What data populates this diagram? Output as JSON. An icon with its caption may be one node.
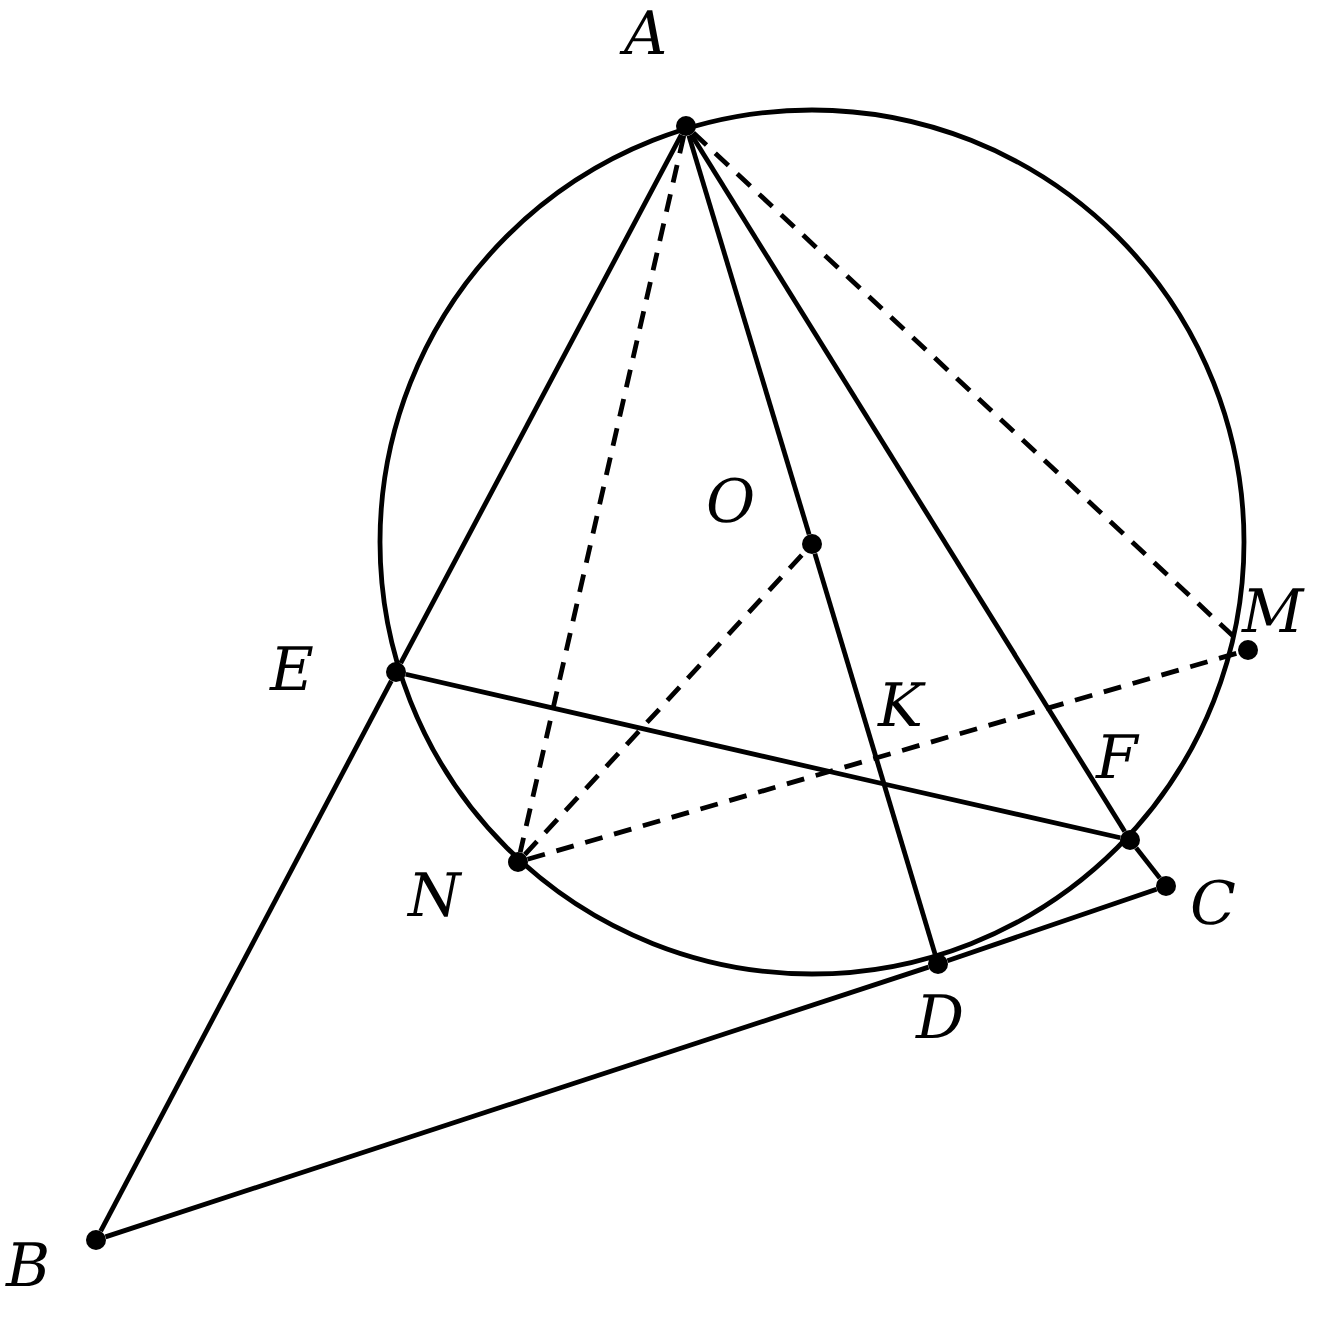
{
  "diagram": {
    "nodes": [
      {
        "text": [
          "A"
        ]
      },
      {
        "text": [
          "B"
        ]
      },
      {
        "text": [
          "C"
        ]
      },
      {
        "text": [
          "D"
        ]
      },
      {
        "text": [
          "E"
        ]
      },
      {
        "text": [
          "F"
        ]
      },
      {
        "text": [
          "K"
        ]
      },
      {
        "text": [
          "M"
        ]
      },
      {
        "text": [
          "N"
        ]
      },
      {
        "text": [
          "O"
        ]
      }
    ],
    "edges": [
      {
        "from": 0,
        "to": 4,
        "arrow": "none"
      },
      {
        "from": 4,
        "to": 1,
        "arrow": "none"
      },
      {
        "from": 0,
        "to": 5,
        "arrow": "none"
      },
      {
        "from": 5,
        "to": 2,
        "arrow": "none"
      },
      {
        "from": 1,
        "to": 3,
        "arrow": "none"
      },
      {
        "from": 3,
        "to": 2,
        "arrow": "none"
      },
      {
        "from": 0,
        "to": 9,
        "arrow": "none"
      },
      {
        "from": 9,
        "to": 6,
        "arrow": "none"
      },
      {
        "from": 6,
        "to": 3,
        "arrow": "none"
      },
      {
        "from": 4,
        "to": 6,
        "arrow": "none"
      },
      {
        "from": 6,
        "to": 5,
        "arrow": "none"
      },
      {
        "from": 0,
        "to": 8,
        "arrow": "none",
        "style": "dashed"
      },
      {
        "from": 0,
        "to": 7,
        "arrow": "none",
        "style": "dashed"
      },
      {
        "from": 8,
        "to": 7,
        "arrow": "none",
        "style": "dashed"
      },
      {
        "from": 8,
        "to": 9,
        "arrow": "none",
        "style": "dashed"
      }
    ]
  }
}
